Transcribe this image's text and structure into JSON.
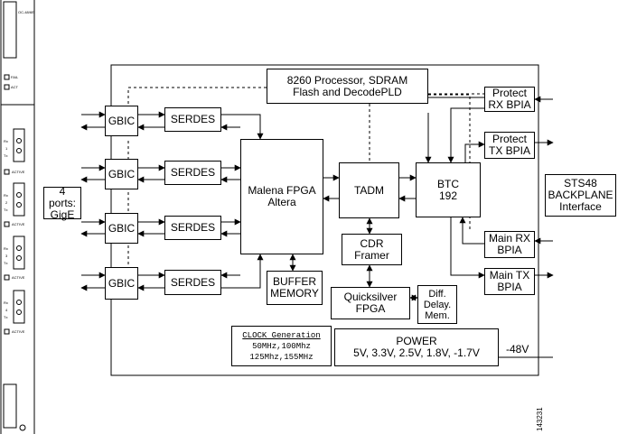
{
  "processor": "8260 Processor, SDRAM\nFlash and DecodePLD",
  "gbic": [
    "GBIC",
    "GBIC",
    "GBIC",
    "GBIC"
  ],
  "serdes": [
    "SERDES",
    "SERDES",
    "SERDES",
    "SERDES"
  ],
  "ports": "4 ports:\nGigE",
  "fpga": "Malena FPGA\nAltera",
  "buffer": "BUFFER\nMEMORY",
  "tadm": "TADM",
  "cdr": "CDR\nFramer",
  "quicksilver": "Quicksilver\nFPGA",
  "diff": "Diff.\nDelay.\nMem.",
  "btc": "BTC\n192",
  "protect_rx": "Protect\nRX BPIA",
  "protect_tx": "Protect\nTX BPIA",
  "main_rx": "Main RX\nBPIA",
  "main_tx": "Main TX\nBPIA",
  "backplane": "STS48\nBACKPLANE\nInterface",
  "clock_title": "CLOCK  Generation",
  "clock_line1": "50MHz,100Mhz",
  "clock_line2": "125Mhz,155MHz",
  "power_title": "POWER",
  "power_values": "5V, 3.3V, 2.5V, 1.8V, -1.7V",
  "neg48": "-48V",
  "figure_number": "143231",
  "card": {
    "top_label": "OC-48/6E",
    "led1": "FAIL",
    "led2": "ACT",
    "ports": [
      {
        "rx": "Rx",
        "num": "1",
        "tx": "Tx",
        "active": "ACTIVE"
      },
      {
        "rx": "Rx",
        "num": "2",
        "tx": "Tx",
        "active": "ACTIVE"
      },
      {
        "rx": "Rx",
        "num": "3",
        "tx": "Tx",
        "active": "ACTIVE"
      },
      {
        "rx": "Rx",
        "num": "4",
        "tx": "Tx",
        "active": "ACTIVE"
      }
    ]
  }
}
